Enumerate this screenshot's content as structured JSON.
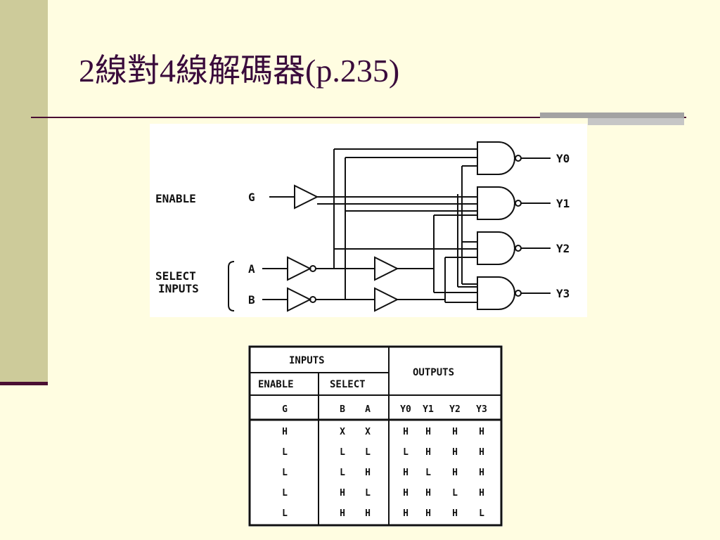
{
  "slide": {
    "title": "2線對4線解碼器(p.235)"
  },
  "circuit": {
    "enable_label": "ENABLE",
    "enable_pin": "G",
    "select_label_line1": "SELECT",
    "select_label_line2": "INPUTS",
    "pin_a": "A",
    "pin_b": "B",
    "outputs": [
      "Y0",
      "Y1",
      "Y2",
      "Y3"
    ]
  },
  "truth_table": {
    "inputs_header": "INPUTS",
    "outputs_header": "OUTPUTS",
    "enable_header": "ENABLE",
    "select_header": "SELECT",
    "columns": [
      "G",
      "B",
      "A",
      "Y0",
      "Y1",
      "Y2",
      "Y3"
    ],
    "rows": [
      [
        "H",
        "X",
        "X",
        "H",
        "H",
        "H",
        "H"
      ],
      [
        "L",
        "L",
        "L",
        "L",
        "H",
        "H",
        "H"
      ],
      [
        "L",
        "L",
        "H",
        "H",
        "L",
        "H",
        "H"
      ],
      [
        "L",
        "H",
        "L",
        "H",
        "H",
        "L",
        "H"
      ],
      [
        "L",
        "H",
        "H",
        "H",
        "H",
        "H",
        "L"
      ]
    ]
  }
}
